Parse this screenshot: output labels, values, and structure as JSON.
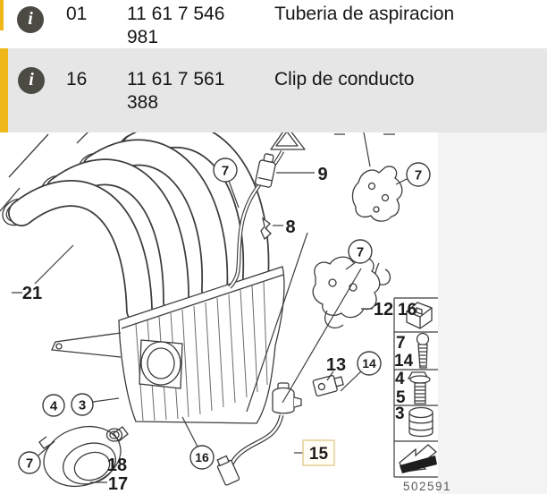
{
  "colors": {
    "highlight_yellow": "#efb719",
    "row_alt_bg": "#e6e6e6",
    "info_icon_bg": "#4b4b44",
    "highlight_box_border": "#e2cf96",
    "highlight_box_bg": "#fffdf4",
    "side_area_bg": "#f3f3f3"
  },
  "parts_list": {
    "rows": [
      {
        "position": "01",
        "part_number_lines": [
          "11 61 7 546",
          "981"
        ],
        "description": "Tuberia de aspiracion",
        "info_icon": "i"
      },
      {
        "position": "16",
        "part_number_lines": [
          "11 61 7 561",
          "388"
        ],
        "description": "Clip de conducto",
        "info_icon": "i"
      }
    ]
  },
  "diagram": {
    "drawing_number": "502591",
    "highlighted_callout": "15",
    "circled_callouts": [
      "7",
      "7",
      "7",
      "14",
      "4",
      "3",
      "7",
      "16"
    ],
    "plain_callouts": [
      "21",
      "9",
      "8",
      "12",
      "13",
      "18",
      "17",
      "15"
    ],
    "legend_column": {
      "rows": [
        {
          "labels": [
            "16"
          ],
          "icon": "pipe-clip"
        },
        {
          "labels": [
            "7",
            "14"
          ],
          "icon": "screw"
        },
        {
          "labels": [
            "4",
            "5"
          ],
          "icon": "flange-bolt"
        },
        {
          "labels": [
            "3"
          ],
          "icon": "rubber-grommet"
        },
        {
          "labels": [],
          "icon": "direction-arrow"
        }
      ]
    }
  }
}
